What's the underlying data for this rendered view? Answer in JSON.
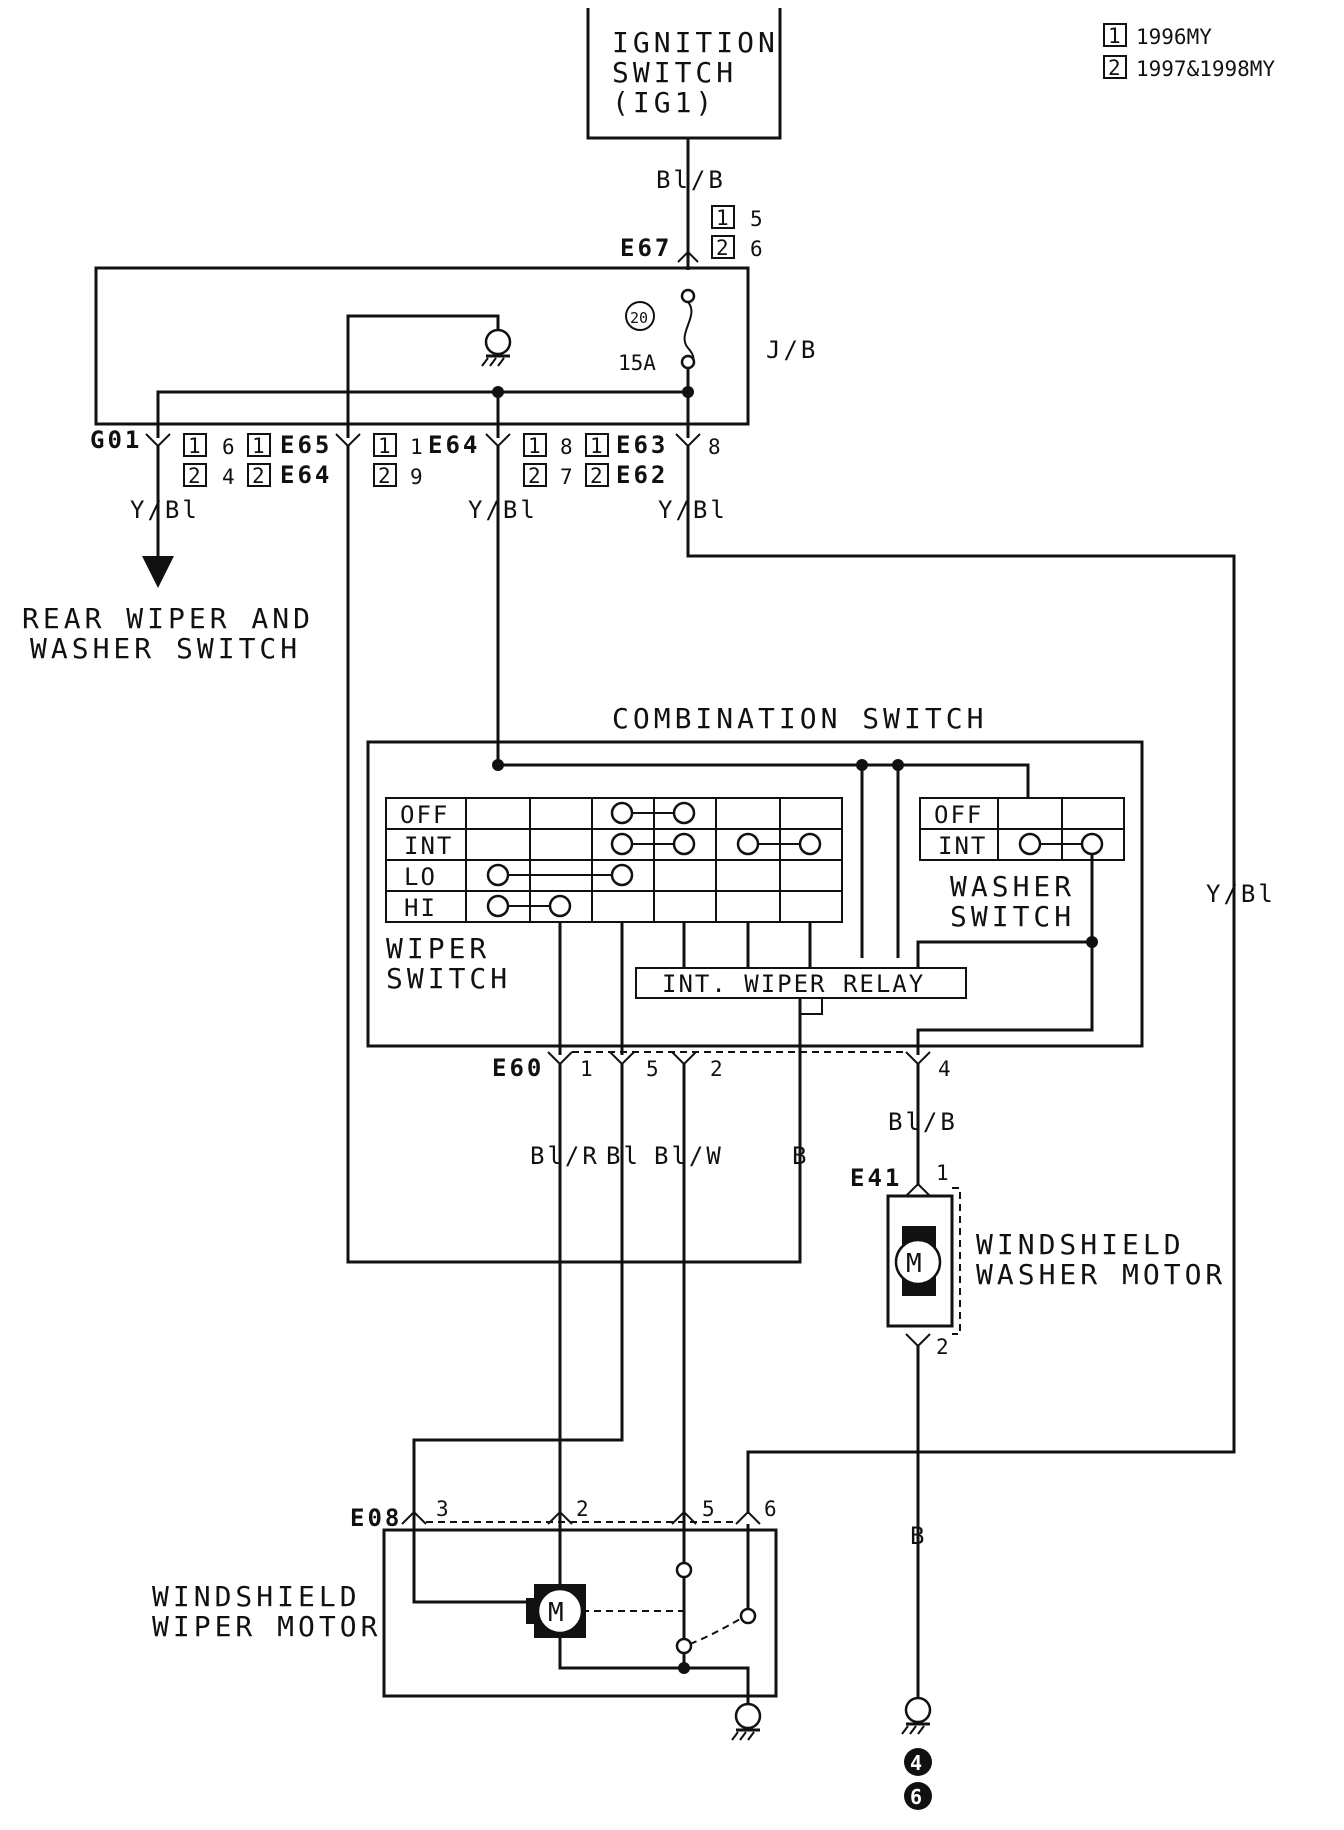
{
  "legend": [
    {
      "mark": "1",
      "text": "1996MY"
    },
    {
      "mark": "2",
      "text": "1997&1998MY"
    }
  ],
  "components": {
    "ignition_switch": [
      "IGNITION",
      "SWITCH",
      "(IG1)"
    ],
    "junction_block": "J/B",
    "fuse_number": "20",
    "fuse_rating": "15A",
    "combination_switch": "COMBINATION SWITCH",
    "wiper_switch": [
      "WIPER",
      "SWITCH"
    ],
    "washer_switch": [
      "WASHER",
      "SWITCH"
    ],
    "int_wiper_relay": "INT. WIPER RELAY",
    "rear_wiper": [
      "REAR WIPER AND",
      "WASHER SWITCH"
    ],
    "washer_motor": [
      "WINDSHIELD",
      "WASHER MOTOR"
    ],
    "wiper_motor": [
      "WINDSHIELD",
      "WIPER MOTOR"
    ],
    "motor_symbol": "M",
    "ground_refs": [
      "4",
      "6"
    ]
  },
  "wiper_switch_positions": [
    "OFF",
    "INT",
    "LO",
    "HI"
  ],
  "washer_switch_positions": [
    "OFF",
    "INT"
  ],
  "connectors": {
    "E67": {
      "name": "E67",
      "pins": [
        {
          "mark": "1",
          "pin": "5"
        },
        {
          "mark": "2",
          "pin": "6"
        }
      ]
    },
    "G01": {
      "name": "G01",
      "pins": [
        {
          "mark": "1",
          "pin": "6"
        },
        {
          "mark": "2",
          "pin": "4"
        }
      ]
    },
    "E65_E64": {
      "names": [
        {
          "mark": "1",
          "name": "E65"
        },
        {
          "mark": "2",
          "name": "E64"
        }
      ],
      "pins": [
        {
          "mark": "1",
          "pin": "1"
        },
        {
          "mark": "2",
          "pin": "9"
        }
      ]
    },
    "E64_E62": {
      "names": [
        {
          "mark": "1",
          "name": "E64"
        }
      ],
      "pins": [
        {
          "mark": "1",
          "pin": "8"
        },
        {
          "mark": "2",
          "pin": "7"
        }
      ]
    },
    "E63_E62": {
      "names": [
        {
          "mark": "1",
          "name": "E63"
        },
        {
          "mark": "2",
          "name": "E62"
        }
      ],
      "pin": "8"
    },
    "E60": {
      "name": "E60",
      "pins": [
        "1",
        "5",
        "2",
        "4"
      ]
    },
    "E41": {
      "name": "E41",
      "pins": [
        "1",
        "2"
      ]
    },
    "E08": {
      "name": "E08",
      "pins": [
        "3",
        "2",
        "5",
        "6"
      ]
    }
  },
  "wire_colors": {
    "ign_out": "Bl/B",
    "rear": "Y/Bl",
    "to_switch": "Y/Bl",
    "to_motor": "Y/Bl",
    "right_run": "Y/Bl",
    "hi": "Bl/R",
    "lo": "Bl",
    "int": "Bl/W",
    "gnd": "B",
    "washer_feed": "Bl/B",
    "washer_gnd": "B"
  }
}
